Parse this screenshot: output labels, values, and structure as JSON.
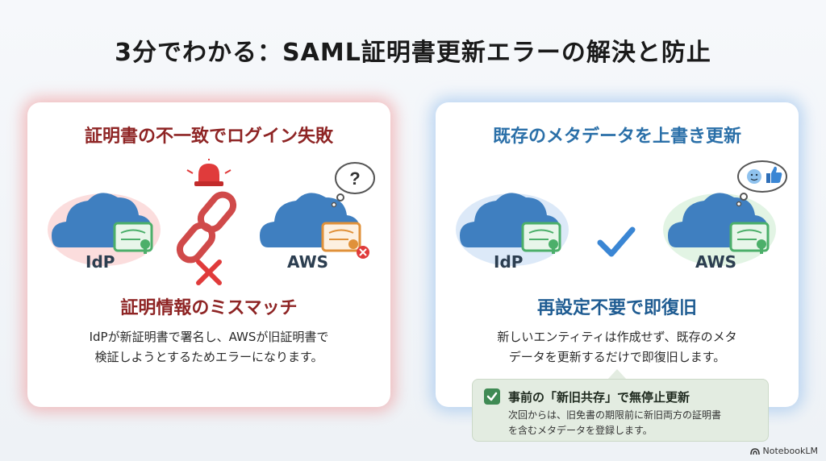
{
  "title": "3分でわかる：SAML証明書更新エラーの解決と防止",
  "left_panel": {
    "heading": "証明書の不一致でログイン失敗",
    "idp_label": "IdP",
    "aws_label": "AWS",
    "thought_symbol": "?",
    "subheading": "証明情報のミスマッチ",
    "line1": "IdPが新証明書で署名し、AWSが旧証明書で",
    "line2": "検証しようとするためエラーになります。"
  },
  "right_panel": {
    "heading": "既存のメタデータを上書き更新",
    "idp_label": "IdP",
    "aws_label": "AWS",
    "subheading": "再設定不要で即復旧",
    "line1": "新しいエンティティは作成せず、既存のメタ",
    "line2": "データを更新するだけで即復旧します。"
  },
  "callout": {
    "title": "事前の「新旧共存」で無停止更新",
    "line1": "次回からは、旧免書の期限前に新旧両方の証明書",
    "line2": "を含むメタデータを登録します。"
  },
  "brand": "NotebookLM",
  "colors": {
    "alert_red": "#8e2424",
    "blue": "#2a6fa8",
    "cloud_blue": "#3f7fc0",
    "cert_green": "#4caf6a",
    "cert_orange": "#e0913a"
  }
}
